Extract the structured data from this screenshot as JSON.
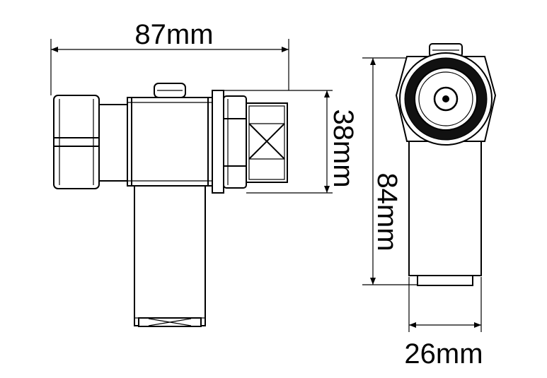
{
  "dimensions": {
    "overall_length": "87mm",
    "height": "38mm",
    "depth": "84mm",
    "width": "26mm"
  }
}
